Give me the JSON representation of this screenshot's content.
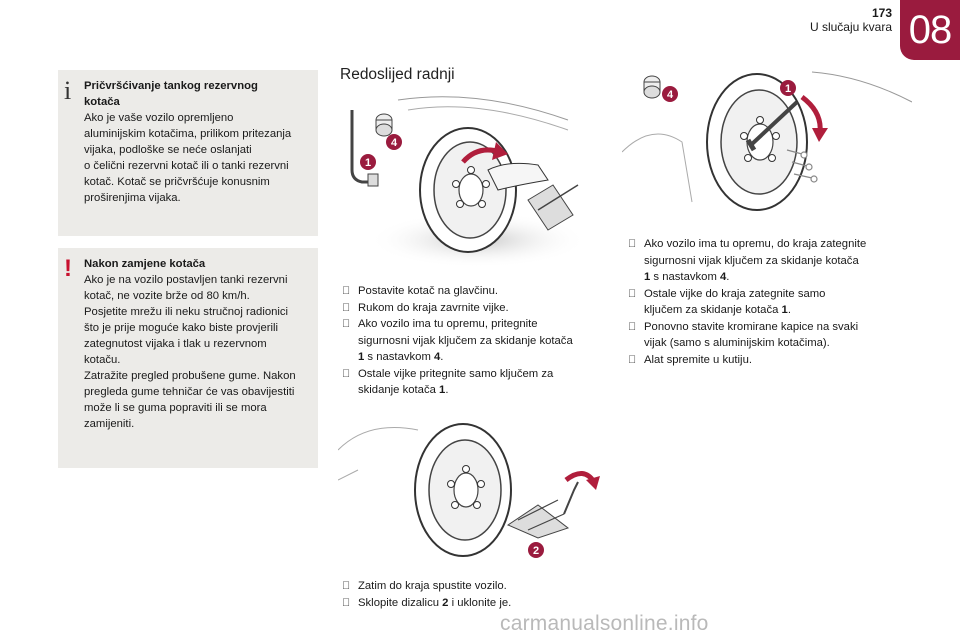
{
  "header": {
    "page_number": "173",
    "chapter_title": "U slučaju kvara",
    "chapter_number": "08"
  },
  "info_box": {
    "icon": "info-icon",
    "title_line1": "Pričvršćivanje tankog rezervnog",
    "title_line2": "kotača",
    "lines": [
      "Ako je vaše vozilo opremljeno",
      "aluminijskim kotačima, prilikom pritezanja",
      "vijaka, podloške se neće oslanjati",
      "o čelični rezervni kotač ili o tanki rezervni",
      "kotač. Kotač se pričvršćuje konusnim",
      "proširenjima vijaka."
    ]
  },
  "warning_box": {
    "icon": "warning-icon",
    "title": "Nakon zamjene kotača",
    "lines": [
      "Ako je na vozilo postavljen tanki rezervni",
      "kotač, ne vozite brže od 80 km/h.",
      "Posjetite mrežu ili neku stručnoj radionici",
      "što je prije moguće kako biste provjerili",
      "zategnutost vijaka i tlak u rezervnom",
      "kotaču.",
      "Zatražite pregled probušene gume. Nakon",
      "pregleda gume tehničar će vas obavijestiti",
      "može li se guma popraviti ili se mora",
      "zamijeniti."
    ]
  },
  "procedure": {
    "title": "Redoslijed radnji",
    "illustration_labels": {
      "tool": "1",
      "jack": "2",
      "adapter": "4"
    },
    "steps_group1": {
      "s1": "Postavite kotač na glavčinu.",
      "s2": "Rukom do kraja zavrnite vijke.",
      "s3_a": "Ako vozilo ima tu opremu, pritegnite",
      "s3_b": "sigurnosni vijak ključem za skidanje kotača",
      "s3_c1": "1",
      "s3_c2": " s nastavkom ",
      "s3_c3": "4",
      "s3_c4": ".",
      "s4_a": "Ostale vijke pritegnite samo ključem za",
      "s4_b1": "skidanje kotača ",
      "s4_b2": "1",
      "s4_b3": "."
    },
    "steps_group2": {
      "s1_a": "Ako vozilo ima tu opremu, do kraja zategnite",
      "s1_b": "sigurnosni vijak ključem za skidanje kotača",
      "s1_c1": "1",
      "s1_c2": " s nastavkom ",
      "s1_c3": "4",
      "s1_c4": ".",
      "s2_a": "Ostale vijke do kraja zategnite samo",
      "s2_b1": "ključem za skidanje kotača ",
      "s2_b2": "1",
      "s2_b3": ".",
      "s3_a": "Ponovno stavite kromirane kapice na svaki",
      "s3_b": "vijak (samo s aluminijskim kotačima).",
      "s4": "Alat spremite u kutiju."
    },
    "steps_group3": {
      "s1": "Zatim do kraja spustite vozilo.",
      "s2_a": "Sklopite dizalicu ",
      "s2_b": "2",
      "s2_c": " i uklonite je."
    }
  },
  "watermark": "carmanualsonline.info",
  "colors": {
    "brand": "#9a1b3e",
    "box_bg": "#ecebe8",
    "warning": "#c8102e",
    "arrow": "#b01e3c"
  }
}
